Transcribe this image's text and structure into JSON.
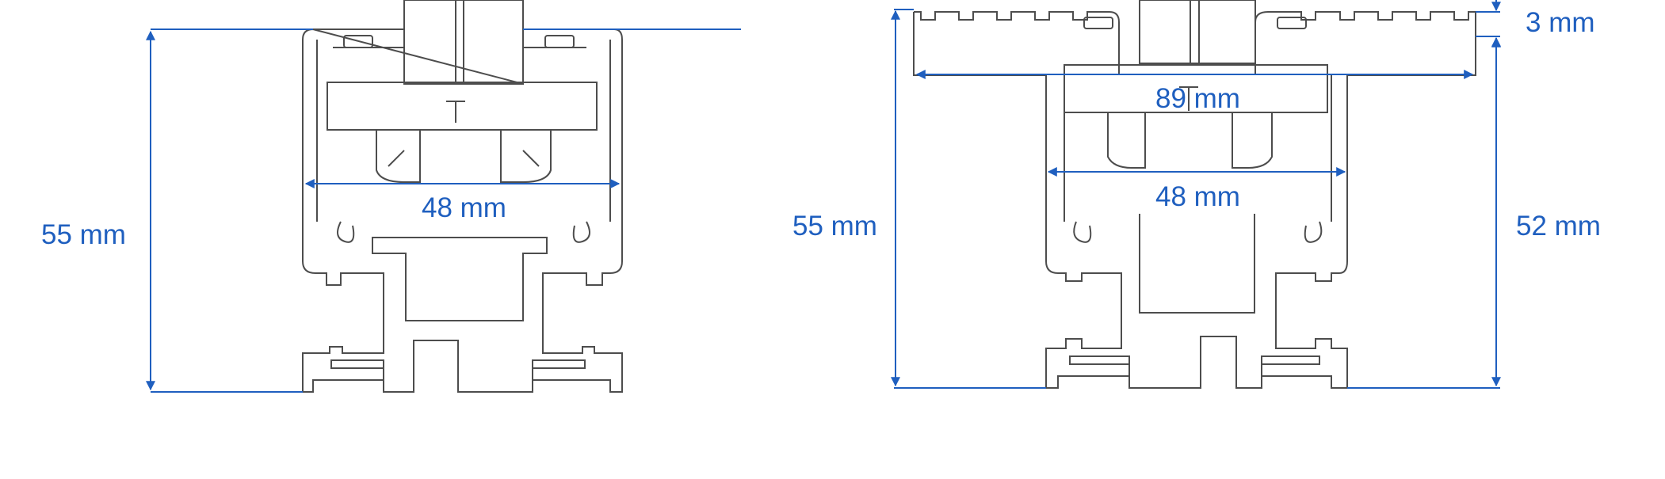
{
  "colors": {
    "dimension": "#1f5fbf",
    "outline": "#4d4d4d",
    "background": "#ffffff"
  },
  "left_profile": {
    "height_label": "55 mm",
    "width_label": "48 mm"
  },
  "right_profile": {
    "outer_height_label": "55 mm",
    "inner_height_label": "52 mm",
    "top_thickness_label": "3 mm",
    "top_width_label": "89 mm",
    "inner_width_label": "48 mm"
  }
}
